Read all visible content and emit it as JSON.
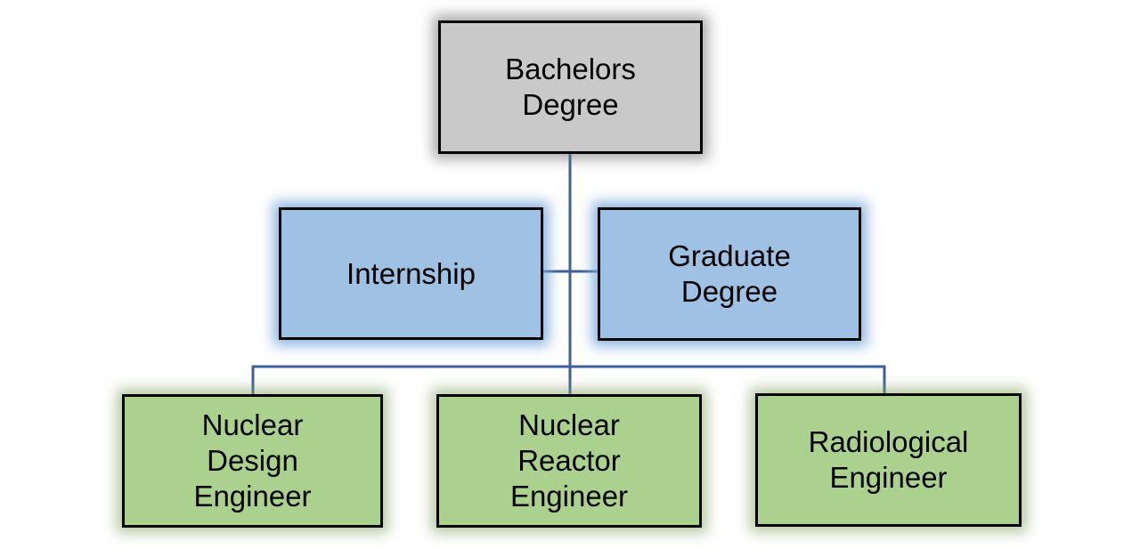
{
  "diagram": {
    "type": "flowchart",
    "description": "Career path flowchart from Bachelors Degree through Internship/Graduate Degree to three engineering roles",
    "connector_color": "#3f5f96",
    "border_color": "#000000",
    "text_color": "#000000",
    "nodes": {
      "bachelors": {
        "label": "Bachelors\nDegree",
        "fill": "#c9c9c9",
        "glow_color": "rgba(110,110,110,0.6)",
        "level": 1
      },
      "internship": {
        "label": "Internship",
        "fill": "#9ec1e4",
        "glow_color": "rgba(126,170,219,0.9)",
        "level": 2
      },
      "graduate": {
        "label": "Graduate\nDegree",
        "fill": "#9ec1e4",
        "glow_color": "rgba(126,170,219,0.9)",
        "level": 2
      },
      "design": {
        "label": "Nuclear\nDesign\nEngineer",
        "fill": "#aad28e",
        "glow_color": "rgba(134,163,102,0.6)",
        "level": 3
      },
      "reactor": {
        "label": "Nuclear\nReactor\nEngineer",
        "fill": "#aad28e",
        "glow_color": "rgba(134,163,102,0.6)",
        "level": 3
      },
      "radiological": {
        "label": "Radiological\nEngineer",
        "fill": "#aad28e",
        "glow_color": "rgba(134,163,102,0.6)",
        "level": 3
      }
    },
    "edges": [
      "bachelors -> internship/graduate junction",
      "internship <-> graduate",
      "trunk -> design",
      "trunk -> reactor",
      "trunk -> radiological"
    ]
  }
}
